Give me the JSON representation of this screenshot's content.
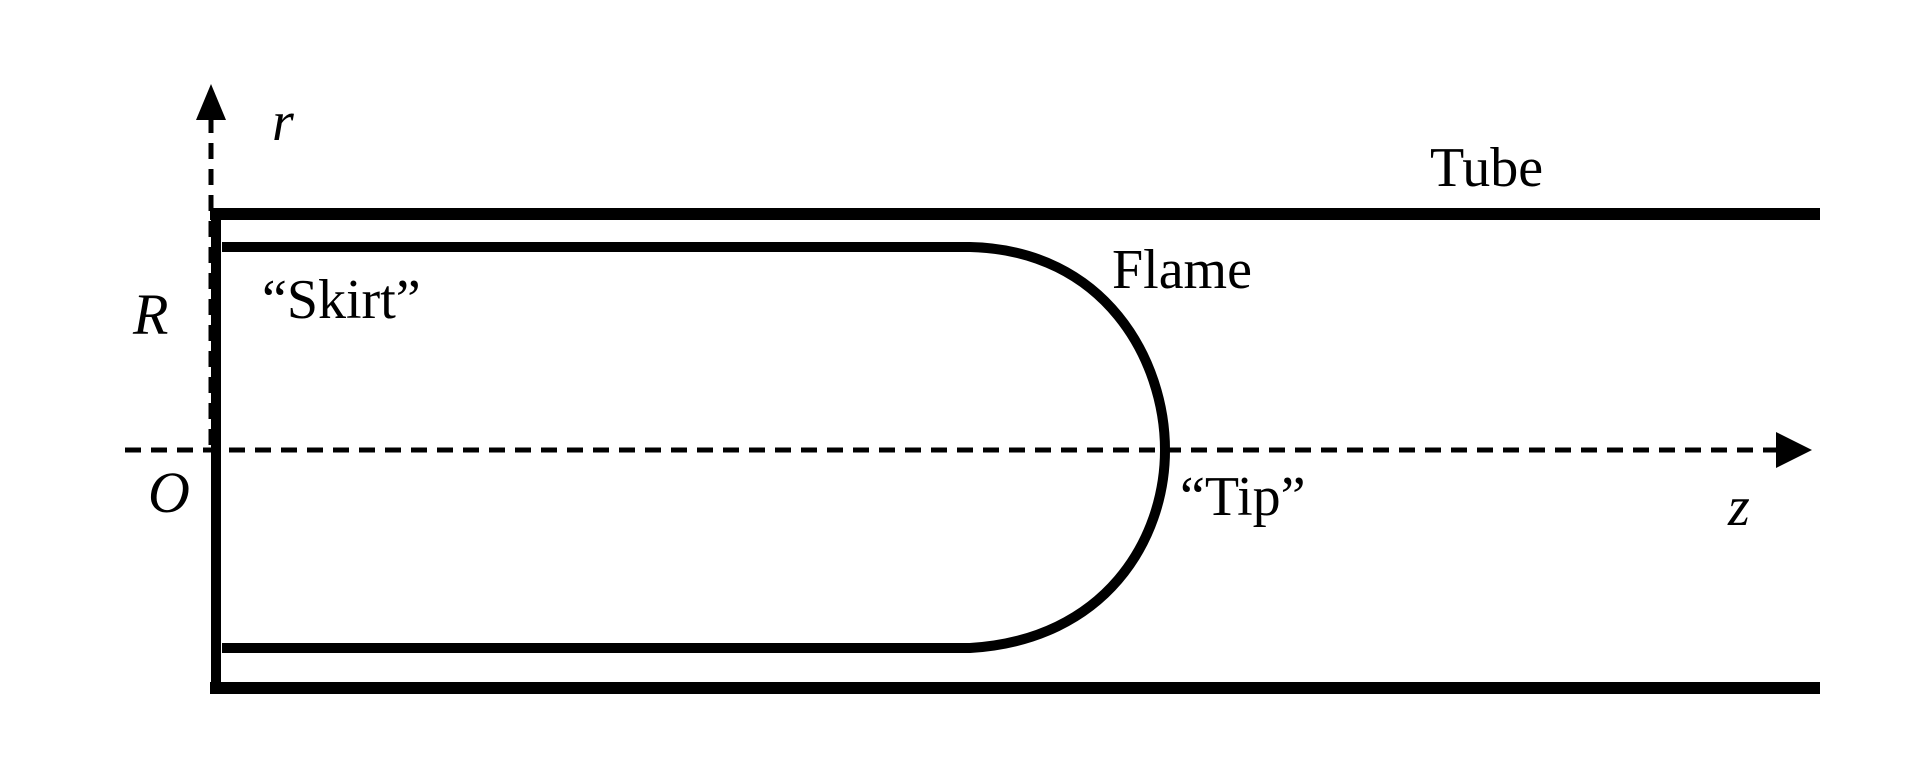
{
  "labels": {
    "r_axis": "r",
    "z_axis": "z",
    "radius": "R",
    "origin": "O",
    "tube": "Tube",
    "flame": "Flame",
    "skirt": "“Skirt”",
    "tip": "“Tip”"
  },
  "colors": {
    "stroke": "#000000",
    "background": "#ffffff"
  }
}
